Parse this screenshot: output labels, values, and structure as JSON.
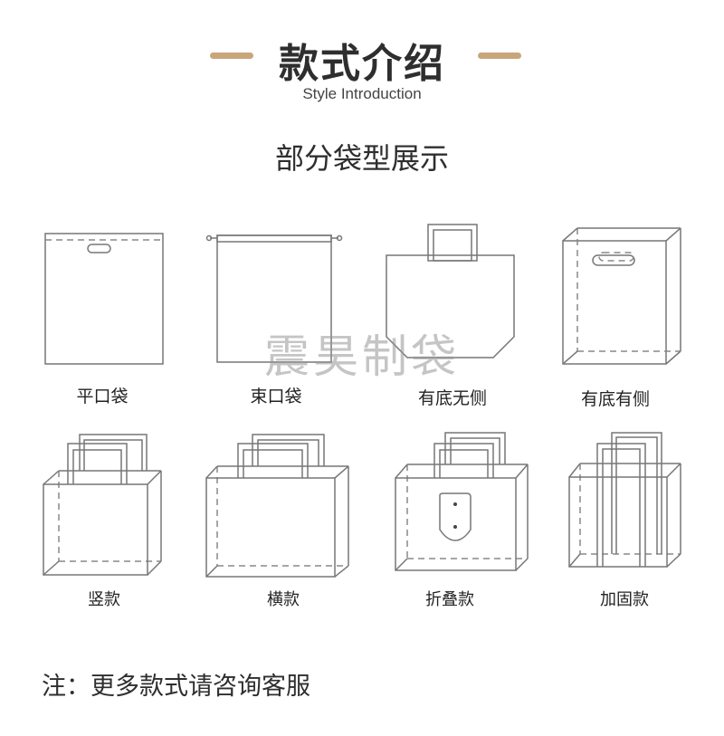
{
  "header": {
    "title": "款式介绍",
    "subtitle": "Style Introduction",
    "accent_color": "#c9a57a"
  },
  "section_title": "部分袋型展示",
  "watermark": "震昊制袋",
  "bag_types": [
    {
      "label": "平口袋"
    },
    {
      "label": "束口袋"
    },
    {
      "label": "有底无侧"
    },
    {
      "label": "有底有侧"
    },
    {
      "label": "竖款"
    },
    {
      "label": "横款"
    },
    {
      "label": "折叠款"
    },
    {
      "label": "加固款"
    }
  ],
  "note": "注：更多款式请咨询客服"
}
